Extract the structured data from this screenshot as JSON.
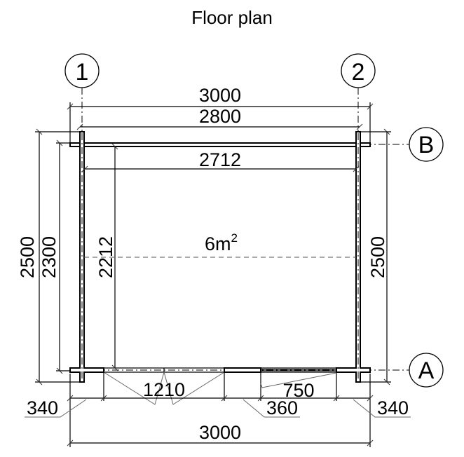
{
  "title": "Floor plan",
  "grid_axes": {
    "vertical": [
      {
        "label": "1"
      },
      {
        "label": "2"
      }
    ],
    "horizontal": [
      {
        "label": "B"
      },
      {
        "label": "A"
      }
    ]
  },
  "area": {
    "value": "6m",
    "superscript": "2"
  },
  "dimensions": {
    "top_overall": "3000",
    "top_axis": "2800",
    "top_inner": "2712",
    "left_overall": "2500",
    "left_axis": "2300",
    "left_inner": "2212",
    "right_overall": "2500",
    "bottom_segments": [
      "340",
      "1210",
      "360",
      "750",
      "340"
    ],
    "bottom_overall": "3000"
  },
  "openings": [
    {
      "type": "double-door",
      "width": "1210"
    },
    {
      "type": "window",
      "width": "750"
    }
  ],
  "colors": {
    "line": "#000000",
    "background": "#ffffff",
    "leader": "#666666"
  }
}
